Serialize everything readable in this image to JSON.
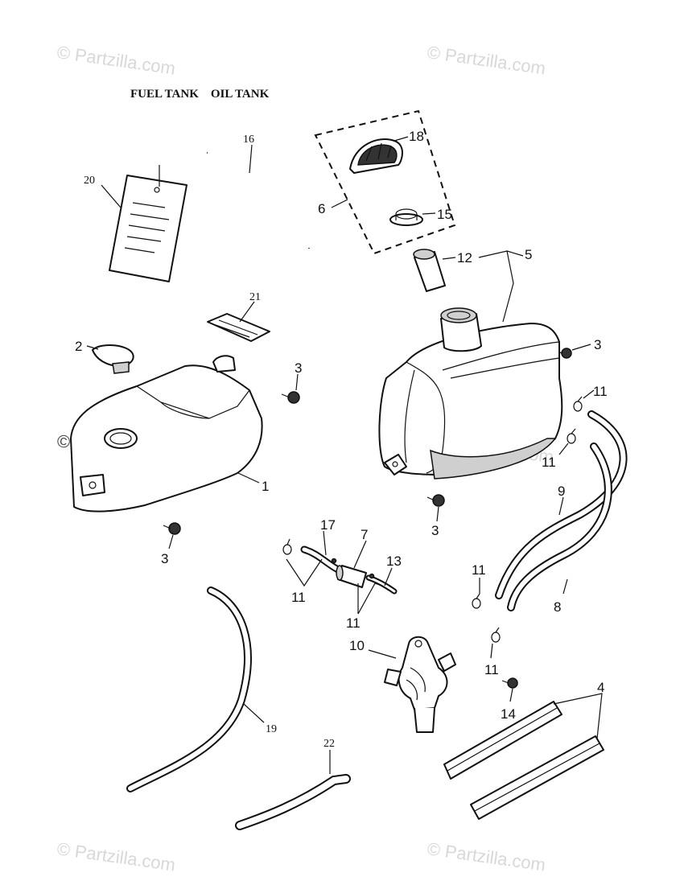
{
  "title": "FUEL TANK    OIL TANK",
  "watermark": "© Partzilla.com",
  "callouts": {
    "c1": "1",
    "c2": "2",
    "c3a": "3",
    "c3b": "3",
    "c3c": "3",
    "c3d": "3",
    "c4": "4",
    "c5": "5",
    "c6": "6",
    "c7": "7",
    "c8": "8",
    "c9": "9",
    "c10": "10",
    "c11a": "11",
    "c11b": "11",
    "c11c": "11",
    "c11d": "11",
    "c11e": "11",
    "c11f": "11",
    "c12": "12",
    "c13": "13",
    "c14": "14",
    "c15": "15",
    "c16": "16",
    "c17": "17",
    "c18": "18",
    "c19": "19",
    "c20": "20",
    "c21": "21",
    "c22": "22"
  }
}
